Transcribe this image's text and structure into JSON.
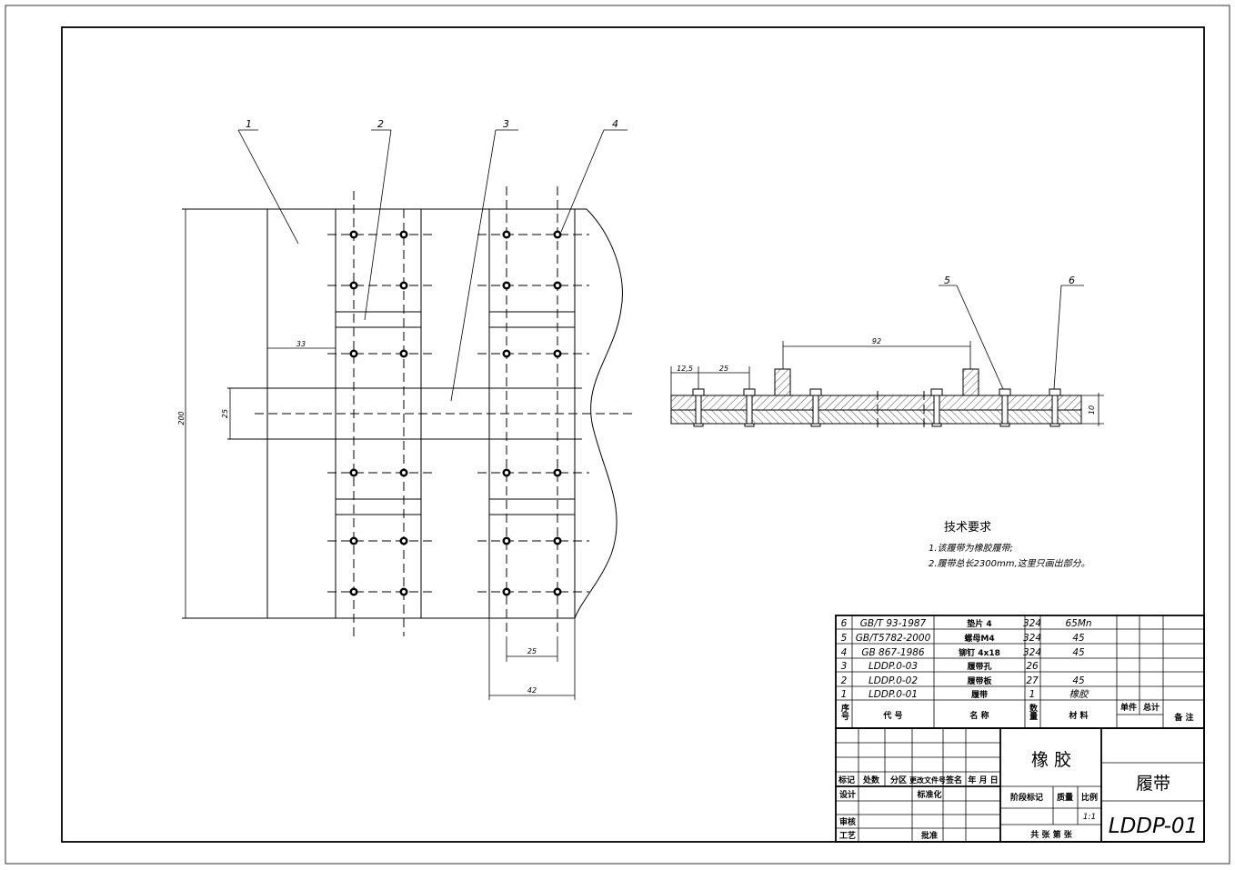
{
  "parts": [
    {
      "no": "6",
      "code": "GB/T 93-1987",
      "name": "垫片 4",
      "qty": "324",
      "material": "65Mn"
    },
    {
      "no": "5",
      "code": "GB/T5782-2000",
      "name": "螺母M4",
      "qty": "324",
      "material": "45"
    },
    {
      "no": "4",
      "code": "GB 867-1986",
      "name": "铆钉 4x18",
      "qty": "324",
      "material": "45"
    },
    {
      "no": "3",
      "code": "LDDP.0-03",
      "name": "履带孔",
      "qty": "26",
      "material": ""
    },
    {
      "no": "2",
      "code": "LDDP.0-02",
      "name": "履带板",
      "qty": "27",
      "material": "45"
    },
    {
      "no": "1",
      "code": "LDDP.0-01",
      "name": "履带",
      "qty": "1",
      "material": "橡胶"
    }
  ],
  "bom_header": {
    "no": "序号",
    "code": "代 号",
    "name": "名 称",
    "qty": "数量",
    "material": "材 料",
    "unit_weight": "单件",
    "total_weight": "总计",
    "remark": "备 注"
  },
  "title_block": {
    "material": "橡 胶",
    "part_name": "履带",
    "drawing_no": "LDDP-01",
    "scale": "1:1",
    "labels": {
      "mark": "标记",
      "count": "处数",
      "zone": "分区",
      "change_doc": "更改文件号",
      "signature": "签名",
      "date": "年 月 日",
      "design": "设计",
      "standardize": "标准化",
      "review": "审核",
      "process": "工艺",
      "approve": "批准",
      "stage": "阶段标记",
      "weight": "质量",
      "scale_label": "比例",
      "sheets": "共 张 第 张"
    }
  },
  "tech_requirements": {
    "title": "技术要求",
    "lines": [
      "1.该履带为橡胶履带;",
      "2.履带总长2300mm,这里只画出部分。"
    ]
  },
  "callouts": [
    "1",
    "2",
    "3",
    "4",
    "5",
    "6"
  ],
  "dimensions": {
    "height_200": "200",
    "offset_33": "33",
    "width_25_left": "25",
    "width_25_bottom": "25",
    "width_42": "42",
    "d_12_5": "12,5",
    "d_25": "25",
    "d_92": "92",
    "d_10": "10"
  }
}
